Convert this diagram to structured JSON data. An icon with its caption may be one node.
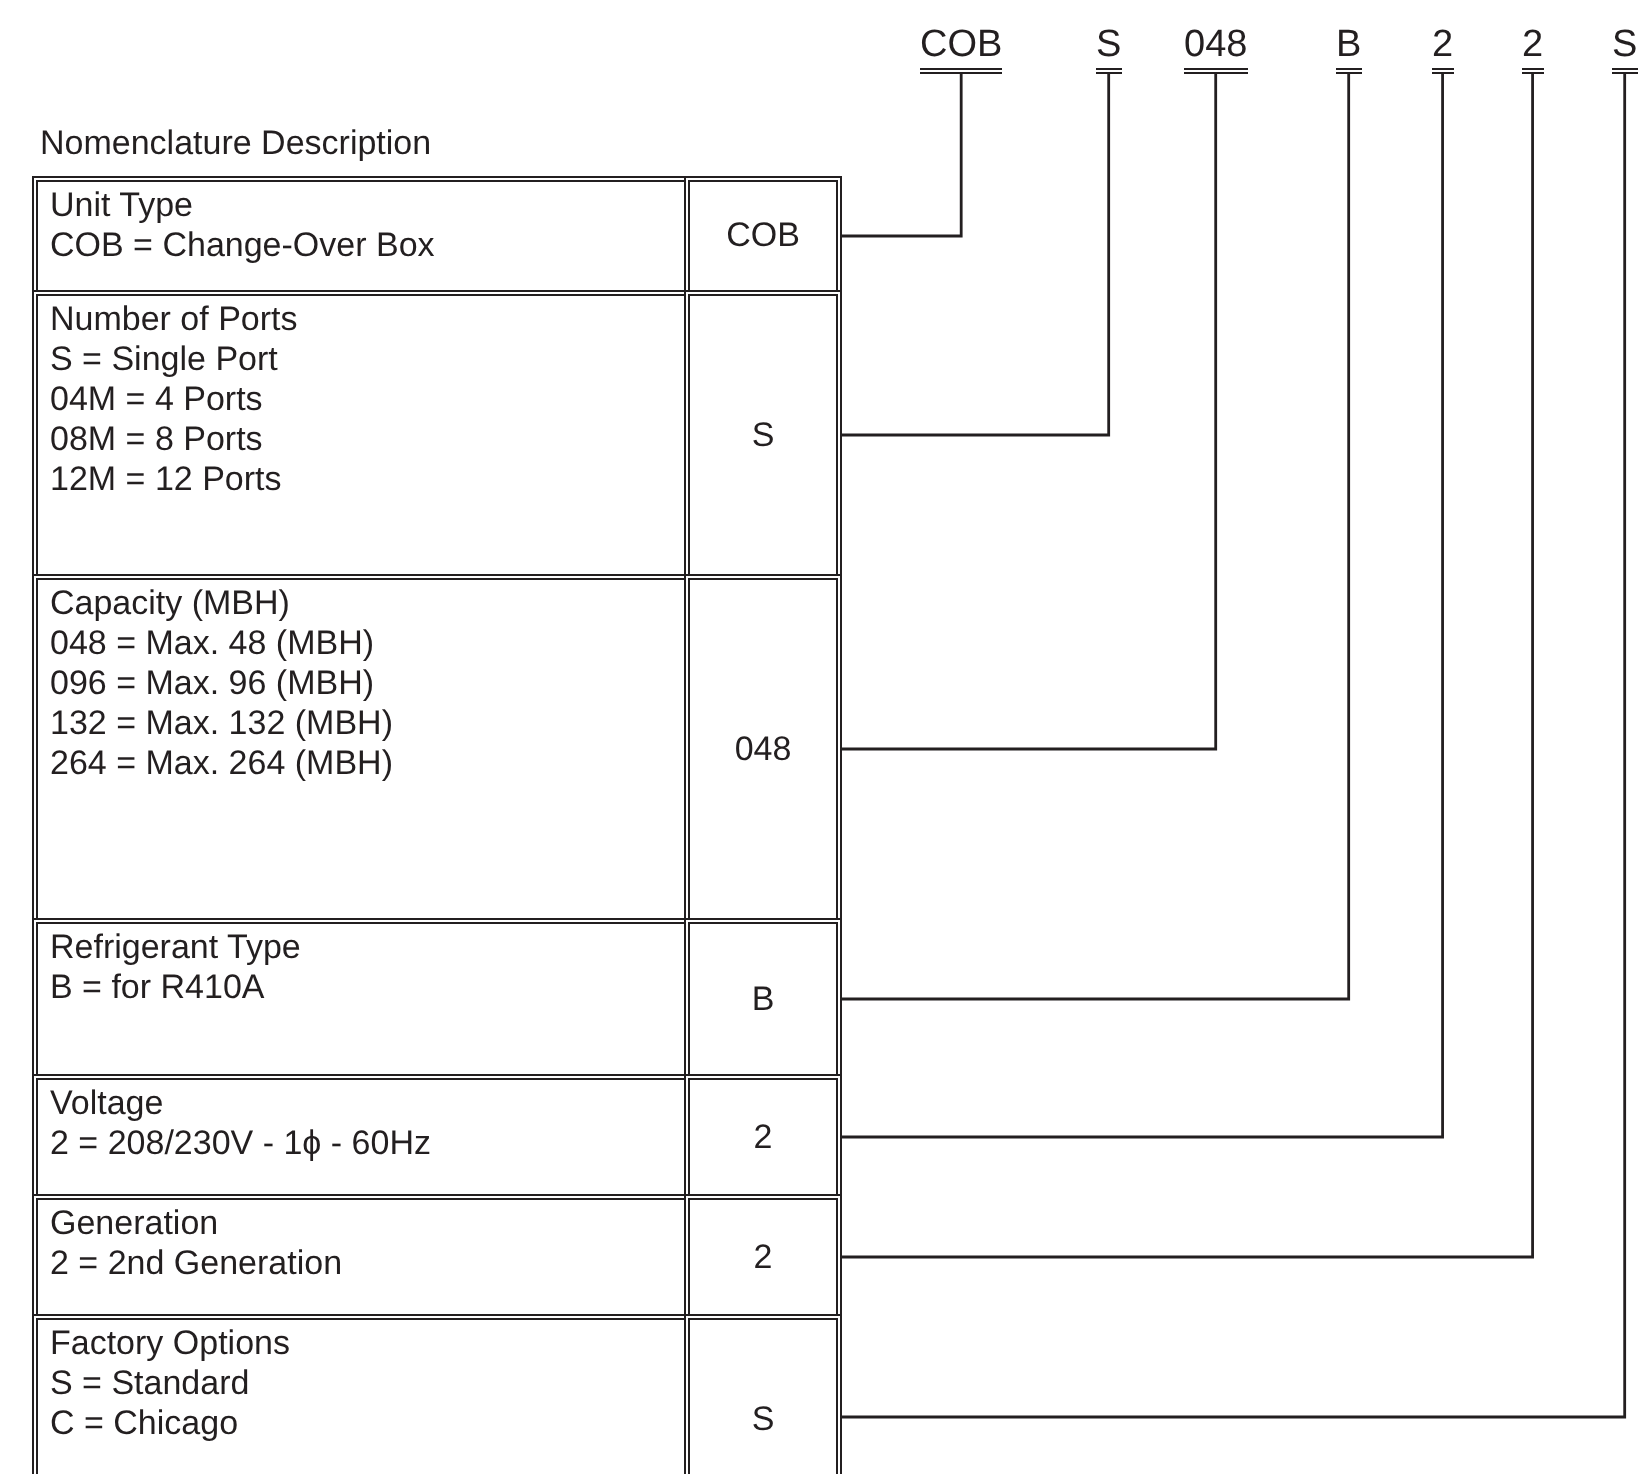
{
  "diagram": {
    "nodes": [
      {
        "text": [
          "COB"
        ]
      },
      {
        "text": [
          "S"
        ]
      },
      {
        "text": [
          "048"
        ]
      },
      {
        "text": [
          "B"
        ]
      },
      {
        "text": [
          "2"
        ]
      },
      {
        "text": [
          "2"
        ]
      },
      {
        "text": [
          "S"
        ]
      },
      {
        "text": [
          "Unit Type",
          "COB = Change-Over Box"
        ]
      },
      {
        "text": [
          "COB"
        ]
      },
      {
        "text": [
          "Number of Ports",
          "S = Single Port",
          "04M = 4 Ports",
          "08M = 8 Ports",
          "12M = 12 Ports"
        ]
      },
      {
        "text": [
          "S"
        ]
      },
      {
        "text": [
          "Capacity (MBH)",
          "048 = Max. 48 (MBH)",
          "096 = Max. 96 (MBH)",
          "132 = Max. 132 (MBH)",
          "264 = Max. 264 (MBH)"
        ]
      },
      {
        "text": [
          "048"
        ]
      },
      {
        "text": [
          "Refrigerant Type",
          "B = for R410A"
        ]
      },
      {
        "text": [
          "B"
        ]
      },
      {
        "text": [
          "Voltage",
          "2 = 208/230V - 1ϕ - 60Hz"
        ]
      },
      {
        "text": [
          "2"
        ]
      },
      {
        "text": [
          "Generation",
          "2 = 2nd Generation"
        ]
      },
      {
        "text": [
          "2"
        ]
      },
      {
        "text": [
          "Factory Options",
          "S = Standard",
          "C = Chicago"
        ]
      },
      {
        "text": [
          "S"
        ]
      }
    ],
    "edges": [
      {
        "from": 8,
        "to": 0,
        "arrow": "none"
      },
      {
        "from": 10,
        "to": 1,
        "arrow": "none"
      },
      {
        "from": 12,
        "to": 2,
        "arrow": "none"
      },
      {
        "from": 14,
        "to": 3,
        "arrow": "none"
      },
      {
        "from": 16,
        "to": 4,
        "arrow": "none"
      },
      {
        "from": 18,
        "to": 5,
        "arrow": "none"
      },
      {
        "from": 20,
        "to": 6,
        "arrow": "none"
      }
    ],
    "labels": [
      "Nomenclature Description"
    ]
  }
}
